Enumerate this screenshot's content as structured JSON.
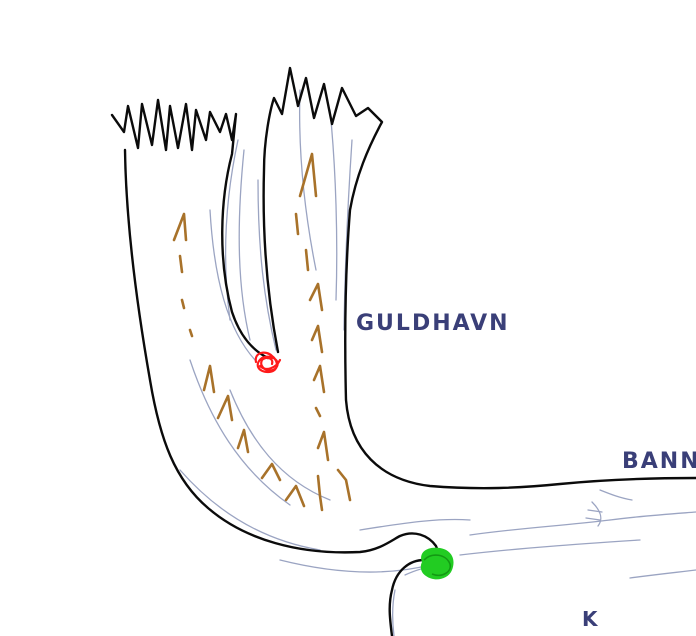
{
  "labels": {
    "glacier_name": "GULDHAVN",
    "right_label": "BANN",
    "bottom_right_label": "K"
  },
  "colors": {
    "outline": "#0b0b0b",
    "shading": "#8a95b8",
    "flow_marks": "#a8722a",
    "label_ink": "#3a3f78",
    "red_marker": "#ff1a1a",
    "green_marker": "#22cc22",
    "paper": "#ffffff"
  },
  "markers": [
    {
      "name": "red-marker",
      "color_key": "red_marker"
    },
    {
      "name": "green-marker",
      "color_key": "green_marker"
    }
  ]
}
